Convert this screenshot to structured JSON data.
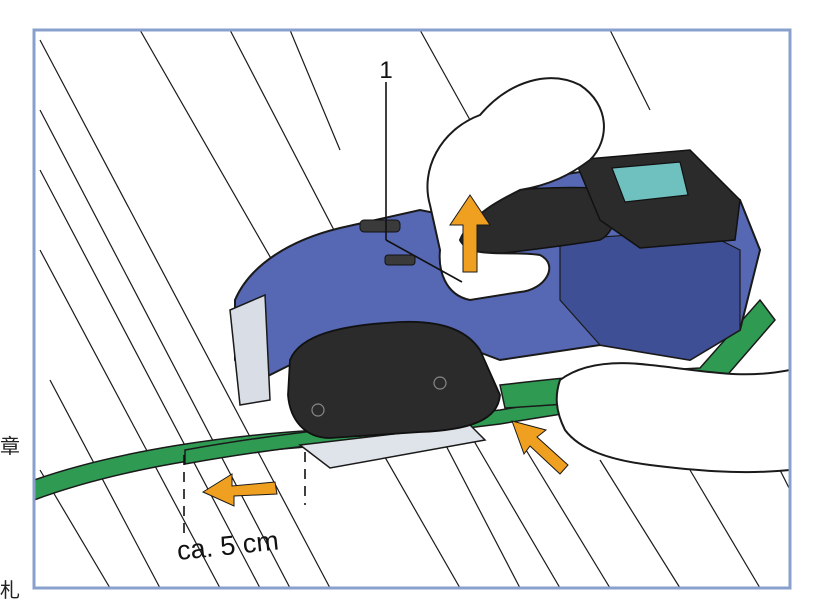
{
  "illustration": {
    "callout_number": "1",
    "measurement_label": "ca. 5 cm",
    "margin_chars": [
      "章",
      "札"
    ],
    "colors": {
      "frame_border": "#8aa0cc",
      "tool_blue": "#5668b4",
      "tool_blue_dark": "#3f4f95",
      "tool_black": "#2b2b2b",
      "strap_green": "#2e9a52",
      "arrow_orange": "#f0a020",
      "display_screen": "#6fc1bf",
      "glove_white": "#ffffff"
    },
    "icons": [
      "up-arrow-icon",
      "left-arrow-icon",
      "diagonal-arrow-icon"
    ]
  }
}
